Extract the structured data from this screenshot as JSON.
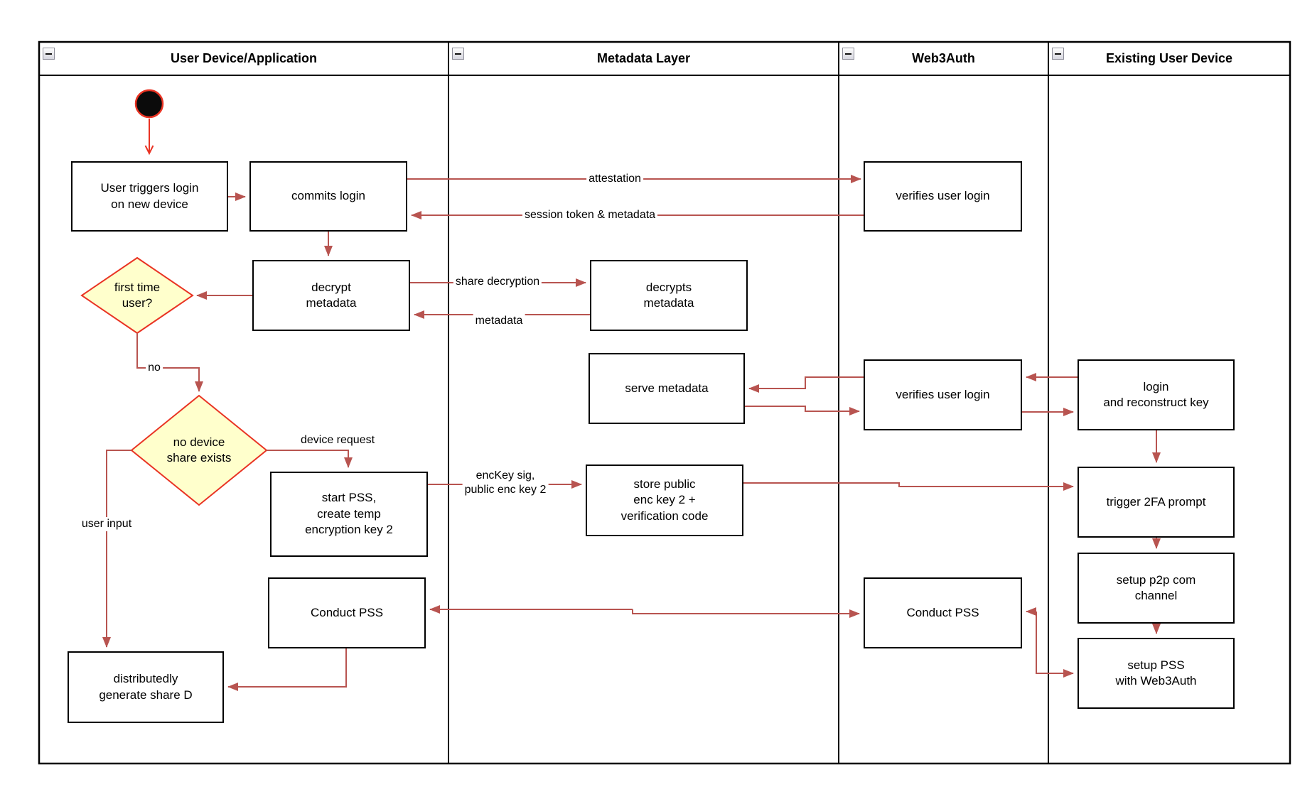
{
  "diagram": {
    "lanes": [
      {
        "title": "User Device/Application"
      },
      {
        "title": "Metadata Layer"
      },
      {
        "title": "Web3Auth"
      },
      {
        "title": "Existing User Device"
      }
    ],
    "nodes": {
      "user_triggers": {
        "label": "User triggers login\non new device"
      },
      "commits_login": {
        "label": "commits login"
      },
      "verifies_1": {
        "label": "verifies user login"
      },
      "decrypt_metadata": {
        "label": "decrypt\nmetadata"
      },
      "first_time": {
        "label": "first time\nuser?"
      },
      "decrypts_metadata": {
        "label": "decrypts\nmetadata"
      },
      "serve_metadata": {
        "label": "serve metadata"
      },
      "verifies_2": {
        "label": "verifies user login"
      },
      "login_reconstruct": {
        "label": "login\nand reconstruct key"
      },
      "no_device_share": {
        "label": "no device\nshare exists"
      },
      "start_pss": {
        "label": "start PSS,\ncreate temp\nencryption key 2"
      },
      "store_public": {
        "label": "store public\nenc key 2 +\nverification code"
      },
      "trigger_2fa": {
        "label": "trigger 2FA prompt"
      },
      "setup_p2p": {
        "label": "setup p2p com\nchannel"
      },
      "conduct_pss_left": {
        "label": "Conduct PSS"
      },
      "conduct_pss_right": {
        "label": "Conduct PSS"
      },
      "setup_pss_w3a": {
        "label": "setup PSS\nwith Web3Auth"
      },
      "distributedly": {
        "label": "distributedly\ngenerate share D"
      }
    },
    "edge_labels": {
      "attestation": "attestation",
      "session_token": "session token & metadata",
      "share_decryption": "share decryption",
      "metadata": "metadata",
      "no": "no",
      "device_request": "device request",
      "user_input": "user input",
      "enckey": "encKey sig,\npublic enc key 2"
    },
    "colors": {
      "arrow": "#b85450",
      "accent_red": "#e93323",
      "diamond_fill": "#ffffcc",
      "box_border": "#000000"
    }
  }
}
